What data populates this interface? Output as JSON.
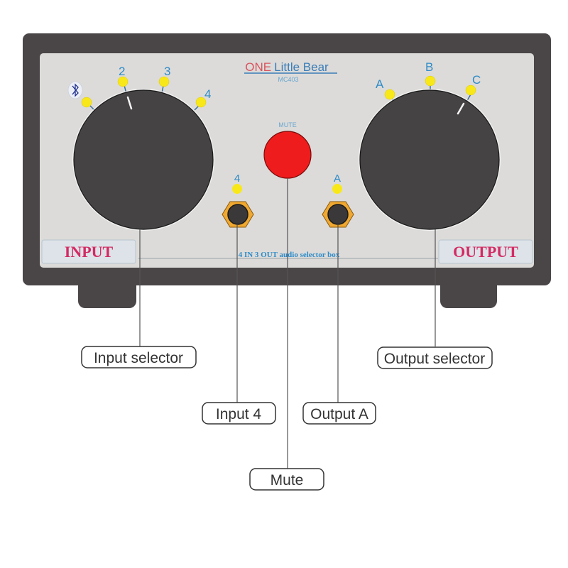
{
  "device": {
    "brand_prefix": "ONE",
    "brand_name": "Little Bear",
    "model": "MC403",
    "tagline": "4 IN 3 OUT audio selector box",
    "colors": {
      "enclosure": "#4a4546",
      "panel": "#dcdbd9",
      "knob": "#454343",
      "led": "#f8e81a",
      "mute_button": "#ee1c1c",
      "jack_nut": "#f0a830",
      "label_pink": "#d42a63",
      "label_blue": "#2e8bc8"
    }
  },
  "input_selector": {
    "panel_label": "INPUT",
    "positions": [
      {
        "label": "bluetooth",
        "icon": "bluetooth-icon"
      },
      {
        "label": "2"
      },
      {
        "label": "3"
      },
      {
        "label": "4"
      }
    ],
    "selected": "2"
  },
  "output_selector": {
    "panel_label": "OUTPUT",
    "positions": [
      {
        "label": "A"
      },
      {
        "label": "B"
      },
      {
        "label": "C"
      }
    ],
    "selected": "C"
  },
  "mute": {
    "label": "MUTE"
  },
  "jacks": {
    "input": {
      "label": "4"
    },
    "output": {
      "label": "A"
    }
  },
  "callouts": {
    "input_selector": "Input selector",
    "output_selector": "Output selector",
    "input_4": "Input 4",
    "output_a": "Output A",
    "mute": "Mute"
  }
}
